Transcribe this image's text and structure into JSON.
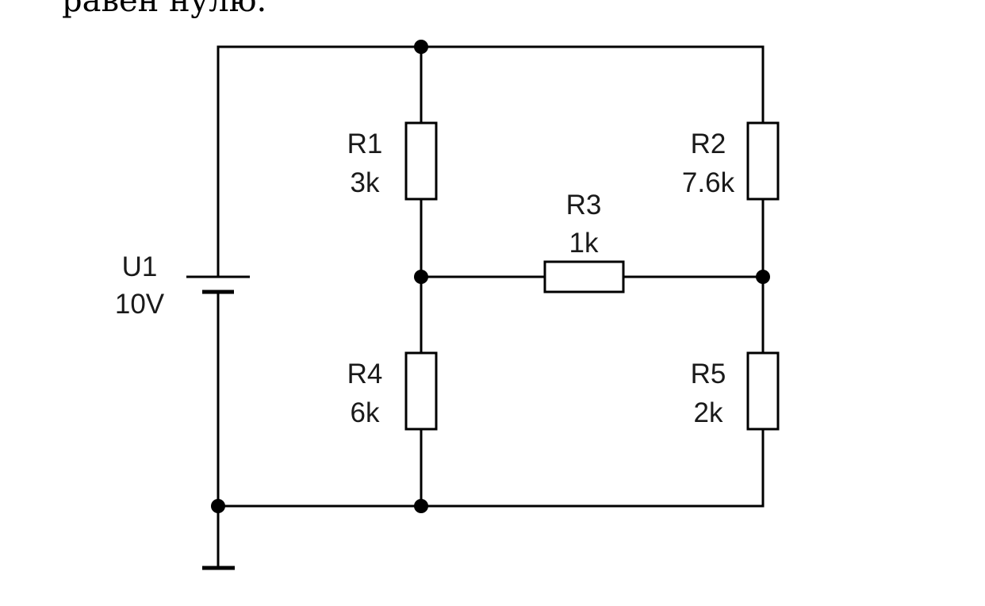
{
  "top_text": "равен нулю.",
  "components": {
    "U1": {
      "name": "U1",
      "value": "10V"
    },
    "R1": {
      "name": "R1",
      "value": "3k"
    },
    "R2": {
      "name": "R2",
      "value": "7.6k"
    },
    "R3": {
      "name": "R3",
      "value": "1k"
    },
    "R4": {
      "name": "R4",
      "value": "6k"
    },
    "R5": {
      "name": "R5",
      "value": "2k"
    }
  }
}
